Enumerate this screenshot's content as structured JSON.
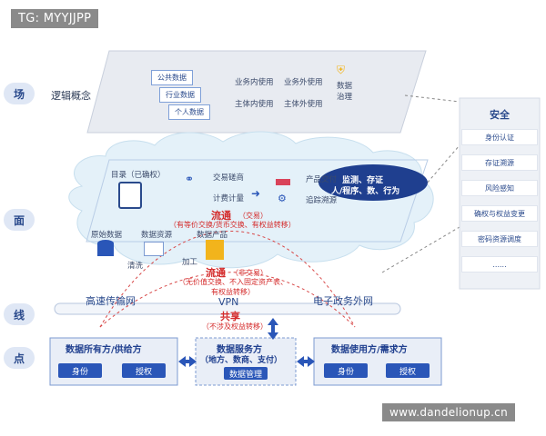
{
  "watermark_top": "TG: MYYJJPP",
  "watermark_bottom": "www.dandelionup.cn",
  "layers": {
    "chang": "场",
    "mian": "面",
    "xian": "线",
    "dian": "点"
  },
  "top_panel": {
    "concept": "逻辑概念",
    "data_types": [
      "公共数据",
      "行业数据",
      "个人数据"
    ],
    "grid": {
      "r1c1": "业务内使用",
      "r1c2": "业务外使用",
      "r2c1": "主体内使用",
      "r2c2": "主体外使用"
    },
    "governance": "数据\n治理"
  },
  "cloud": {
    "catalog": "目录（已确权）",
    "exchange_consult": "交易磋商",
    "measure": "计费计量",
    "delivery": "产品交付",
    "trace": "追踪溯源",
    "monitor": "监测、存证",
    "actors": "人/程序、数、行为",
    "circulation_trade": "流通",
    "circulation_trade_paren": "（交易）",
    "circulation_trade_note": "（有等价交换/货币交换、有权益转移）",
    "raw": "原始数据",
    "resource": "数据资源",
    "product": "数据产品",
    "clean": "清洗",
    "process": "加工"
  },
  "nontrade": {
    "title": "流通",
    "paren": "（非交易）",
    "note1": "（无价值交换、不入固定资产表、",
    "note2": "有权益转移）"
  },
  "lines": {
    "net1": "高速传输网",
    "vpn": "VPN",
    "net2": "电子政务外网"
  },
  "share": {
    "title": "共享",
    "note": "（不涉及权益转移）"
  },
  "parties": {
    "owner": {
      "title": "数据所有方/供给方",
      "btn1": "身份",
      "btn2": "授权"
    },
    "service": {
      "title": "数据服务方",
      "sub": "（地方、数商、支付）",
      "btn": "数据管理"
    },
    "user": {
      "title": "数据使用方/需求方",
      "btn1": "身份",
      "btn2": "授权"
    }
  },
  "security": {
    "title": "安全",
    "items": [
      "身份认证",
      "存证溯源",
      "风险感知",
      "确权与权益变更",
      "密码资源调度",
      "......"
    ]
  }
}
